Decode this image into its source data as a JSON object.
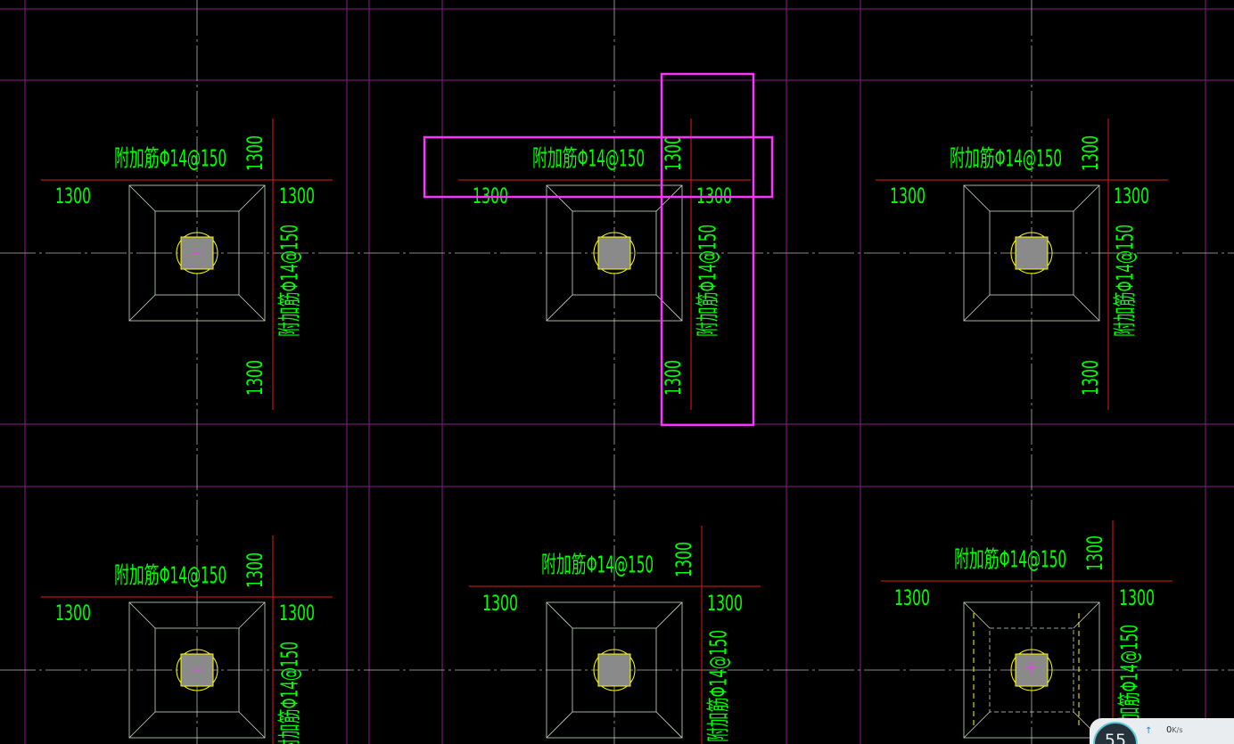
{
  "drawing": {
    "rebar_label": "附加筋Φ14@150",
    "dimension_label": "1300",
    "colors": {
      "background": "#000000",
      "axis_grid": "#8a1c8a",
      "center_line": "#b4b4b4",
      "dimension_line": "#e01b1b",
      "outline": "#c8dcc8",
      "column_circle": "#ffff00",
      "column_fill": "#8a8a8a",
      "label_text": "#00ff00",
      "highlight": "#ff33ff"
    }
  },
  "status_widget": {
    "gauge_value": "55",
    "arrow": "↑",
    "speed_value": "0",
    "speed_unit": "K/s"
  }
}
